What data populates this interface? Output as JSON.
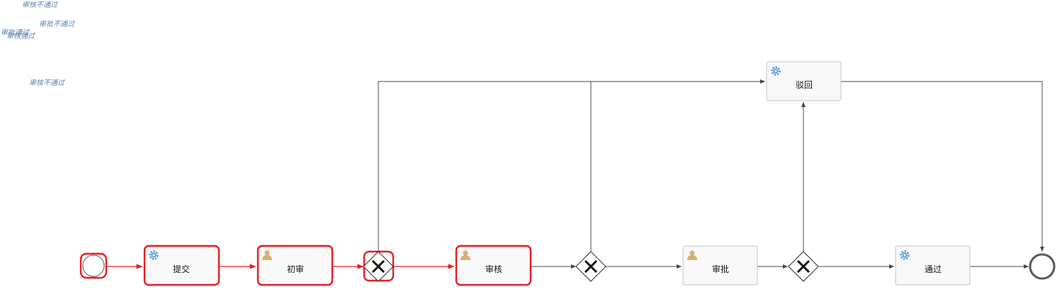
{
  "flow_labels": [
    "审核不通过",
    "审批不通过",
    "审批通过",
    "审核通过",
    "审核不通过"
  ],
  "tasks": [
    {
      "id": "submit",
      "label": "提交",
      "type": "service",
      "highlight": true
    },
    {
      "id": "first",
      "label": "初审",
      "type": "user",
      "highlight": true
    },
    {
      "id": "review",
      "label": "审核",
      "type": "user",
      "highlight": true
    },
    {
      "id": "approve",
      "label": "审批",
      "type": "user",
      "highlight": false
    },
    {
      "id": "pass",
      "label": "通过",
      "type": "service",
      "highlight": false
    },
    {
      "id": "reject",
      "label": "驳回",
      "type": "service",
      "highlight": false
    }
  ],
  "colors": {
    "highlight": "#e8161b",
    "normal_edge": "#444444",
    "task_fill": "#f8f8f8",
    "task_border": "#c4c4c4",
    "gear": "#5b9bd5",
    "user": "#d6b16e"
  }
}
